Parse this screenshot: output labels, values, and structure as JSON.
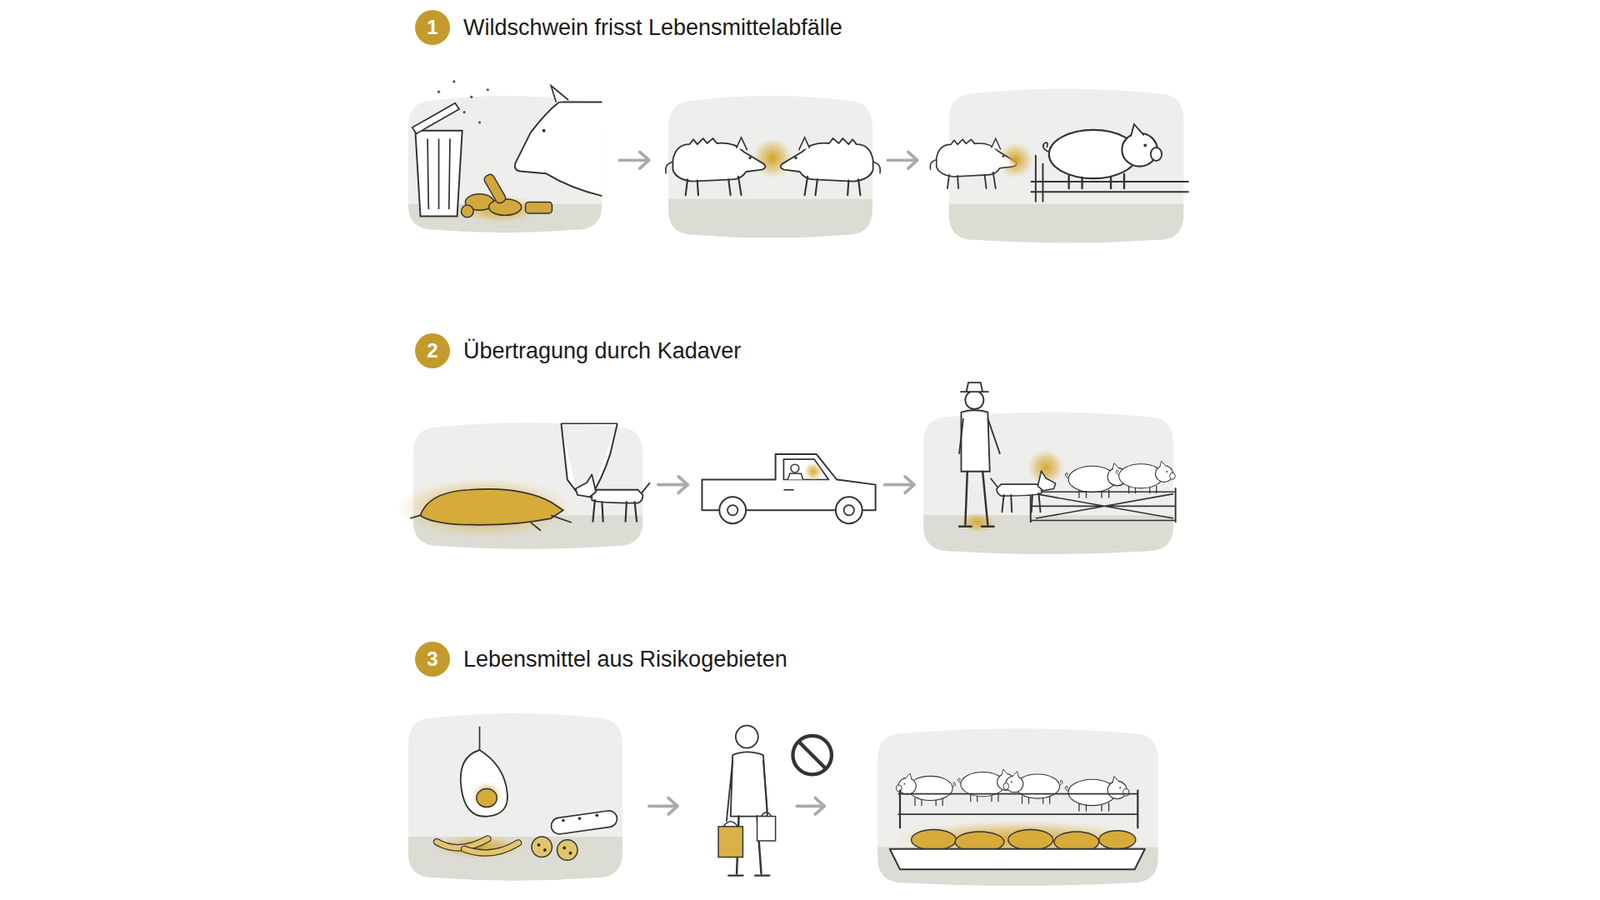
{
  "diagram": {
    "nodes": [
      {
        "text": [
          "1",
          "Wildschwein frisst Lebensmittelabfälle"
        ]
      },
      {
        "text": [
          "2",
          "Übertragung durch Kadaver"
        ]
      },
      {
        "text": [
          "3",
          "Lebensmittel aus Risikogebieten"
        ]
      }
    ]
  }
}
